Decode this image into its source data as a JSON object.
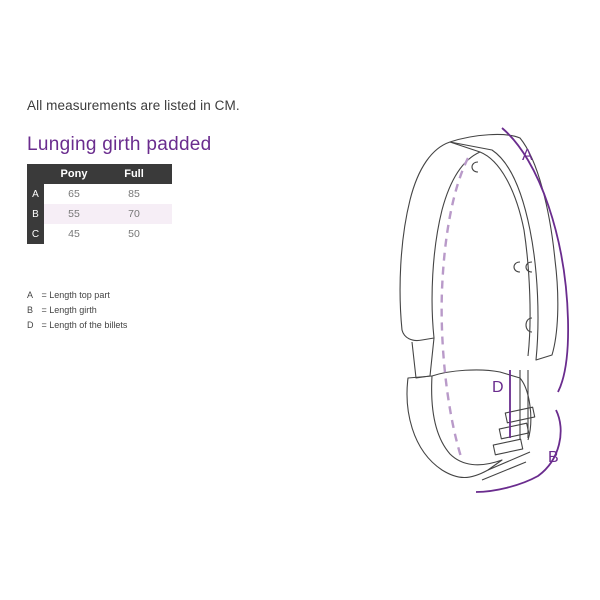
{
  "intro_text": "All measurements are listed in CM.",
  "title": "Lunging girth padded",
  "table": {
    "columns": [
      "Pony",
      "Full"
    ],
    "rows": [
      {
        "label": "A",
        "values": [
          "65",
          "85"
        ]
      },
      {
        "label": "B",
        "values": [
          "55",
          "70"
        ]
      },
      {
        "label": "C",
        "values": [
          "45",
          "50"
        ]
      }
    ]
  },
  "legend": [
    {
      "key": "A",
      "text": "= Length top part"
    },
    {
      "key": "B",
      "text": "= Length girth"
    },
    {
      "key": "D",
      "text": "= Length of the billets"
    }
  ],
  "diagram": {
    "labels": {
      "a": "A",
      "b": "B",
      "d": "D"
    }
  },
  "colors": {
    "accent": "#6a2c8e",
    "table_header": "#3a3a3a",
    "row_highlight": "#f6eef6"
  }
}
